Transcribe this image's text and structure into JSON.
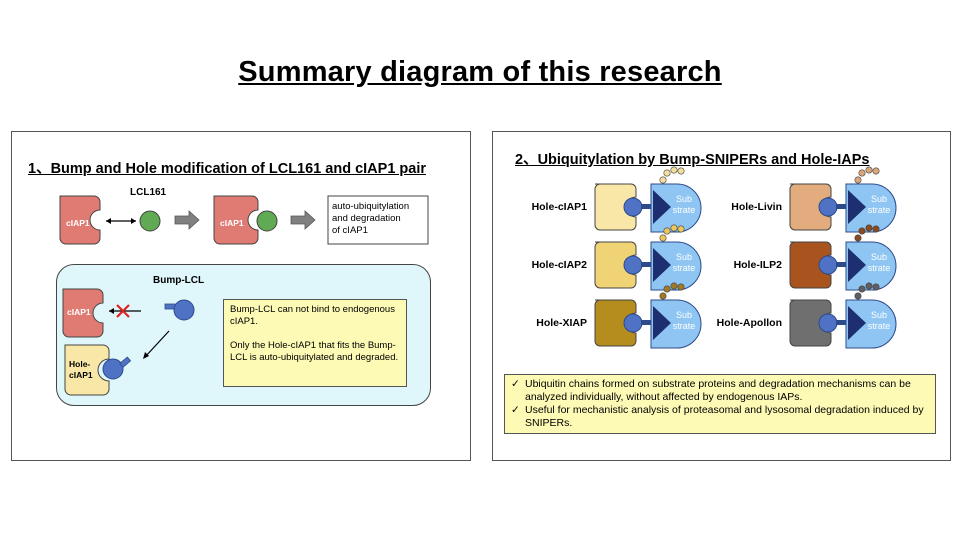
{
  "title": "Summary diagram of this research",
  "left_panel": {
    "heading": "1、Bump and Hole modification of LCL161 and cIAP1 pair",
    "ciap1_label_a": "cIAP1",
    "ligand_label": "LCL161",
    "ciap1_label_b": "cIAP1",
    "result_text": [
      "auto-ubiquitylation",
      "and degradation",
      "of cIAP1"
    ],
    "inset": {
      "ligand_label": "Bump-LCL",
      "ciap1_label": "cIAP1",
      "hole_label_line1": "Hole-",
      "hole_label_line2": "cIAP1",
      "note_line1": "Bump-LCL can not bind to endogenous cIAP1.",
      "note_line2": "Only the Hole-cIAP1 that fits the Bump-LCL is auto-ubiquitylated and degraded."
    }
  },
  "right_panel": {
    "heading": "2、Ubiquitylation by Bump-SNIPERs and Hole-IAPs",
    "substrate_line1": "Sub",
    "substrate_line2": "strate",
    "enzymes": [
      {
        "label": "Hole-cIAP1",
        "color": "#f8e7a6",
        "chain_color": "#f3dd9c"
      },
      {
        "label": "Hole-Livin",
        "color": "#e2ac7e",
        "chain_color": "#d9a77c"
      },
      {
        "label": "Hole-cIAP2",
        "color": "#f0d374",
        "chain_color": "#ebc75c"
      },
      {
        "label": "Hole-ILP2",
        "color": "#a9531f",
        "chain_color": "#8a4a22"
      },
      {
        "label": "Hole-XIAP",
        "color": "#b48d1e",
        "chain_color": "#a07a26"
      },
      {
        "label": "Hole-Apollon",
        "color": "#6f6f6f",
        "chain_color": "#5e5e66"
      }
    ],
    "bullets": [
      "Ubiquitin chains formed on substrate proteins and degradation mechanisms can be analyzed individually, without affected by endogenous IAPs.",
      "Useful for mechanistic analysis of proteasomal and lysosomal degradation induced by SNIPERs."
    ],
    "check_glyph": "✓"
  },
  "colors": {
    "ciap1": "#e07b74",
    "hole_ciap1": "#f8e7a6",
    "ligand_green": "#5faa52",
    "bump_blue": "#4f72c4",
    "substrate_blue": "#8ec5f2",
    "inset_bg": "#dff6fb",
    "note_bg": "#fdfab5",
    "cross_red": "#e02020",
    "arrow_gray": "#808080"
  }
}
